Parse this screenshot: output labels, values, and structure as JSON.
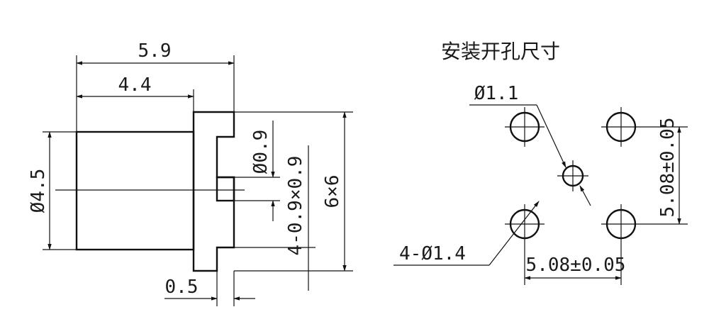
{
  "front_view": {
    "overall_length": "5.9",
    "body_length": "4.4",
    "body_diameter": "Ø4.5",
    "pin_diameter": "Ø0.9",
    "pin_array": "4-0.9×0.9",
    "flange_size": "6×6",
    "flange_thickness": "0.5"
  },
  "cutout_view": {
    "title": "安装开孔尺寸",
    "center_hole": "Ø1.1",
    "corner_holes": "4-Ø1.4",
    "pitch_horizontal": "5.08±0.05",
    "pitch_vertical": "5.08±0.05"
  }
}
